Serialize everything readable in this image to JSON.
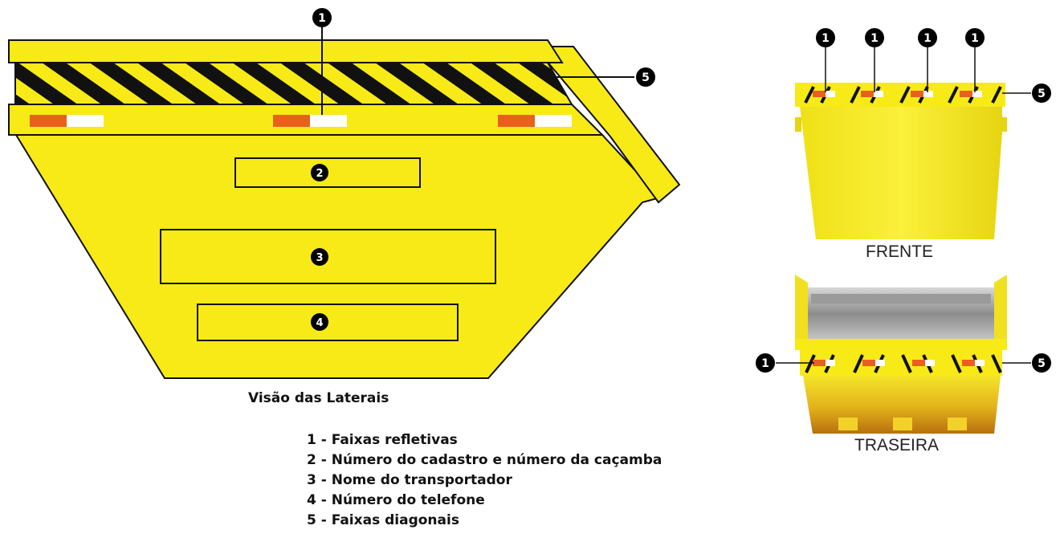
{
  "side_view": {
    "caption": "Visão das Laterais",
    "markers": {
      "top": "1",
      "diagonal": "5",
      "box_a": "2",
      "box_b": "3",
      "box_c": "4"
    }
  },
  "front_view": {
    "label": "FRENTE",
    "markers": [
      "1",
      "1",
      "1",
      "1"
    ],
    "diagonal_marker": "5"
  },
  "rear_view": {
    "label": "TRASEIRA",
    "left_marker": "1",
    "right_marker": "5"
  },
  "legend": [
    {
      "text": "1 - Faixas refletivas"
    },
    {
      "text": "2 - Número do cadastro e número da caçamba"
    },
    {
      "text": "3 - Nome do transportador"
    },
    {
      "text": "4 - Número do telefone"
    },
    {
      "text": "5 - Faixas diagonais"
    }
  ],
  "colors": {
    "body_yellow": "#f7ea17",
    "stripe_black": "#111111",
    "reflective_orange": "#e8601c",
    "reflective_white": "#ffffff",
    "marker_black": "#000000"
  }
}
